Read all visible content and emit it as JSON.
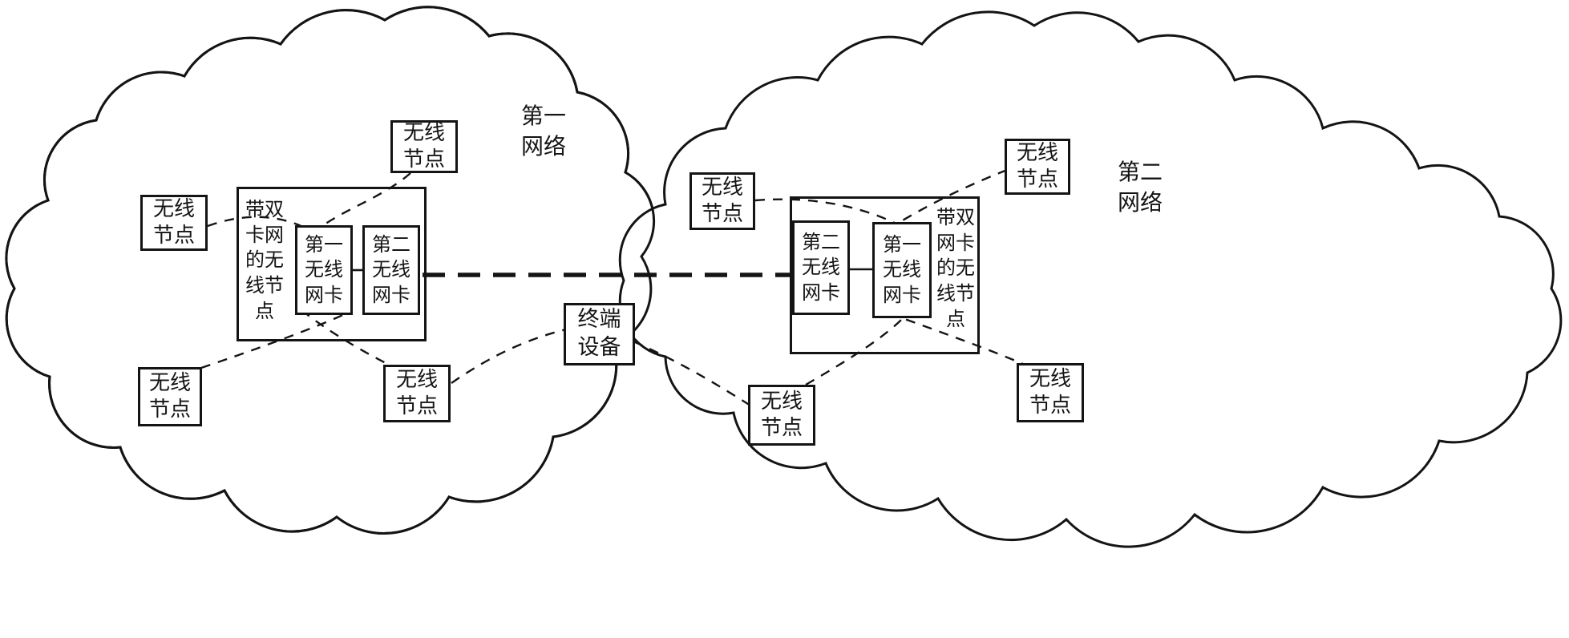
{
  "colors": {
    "ink": "#141414",
    "paper": "#ffffff"
  },
  "network1": {
    "title": "第一网络",
    "dual_node_label": "带双卡网的无线节点",
    "cards": {
      "first": "第一无线网卡",
      "second": "第二无线网卡"
    },
    "nodes": {
      "top": "无线节点",
      "left": "无线节点",
      "bottom_left": "无线节点",
      "bottom_center": "无线节点"
    }
  },
  "network2": {
    "title": "第二网络",
    "dual_node_label": "带双网卡的无线节点",
    "cards": {
      "first": "第一无线网卡",
      "second": "第二无线网卡"
    },
    "nodes": {
      "top_left": "无线节点",
      "top_right": "无线节点",
      "bottom_left": "无线节点",
      "bottom_right": "无线节点"
    }
  },
  "terminal": {
    "label": "终端设备"
  }
}
